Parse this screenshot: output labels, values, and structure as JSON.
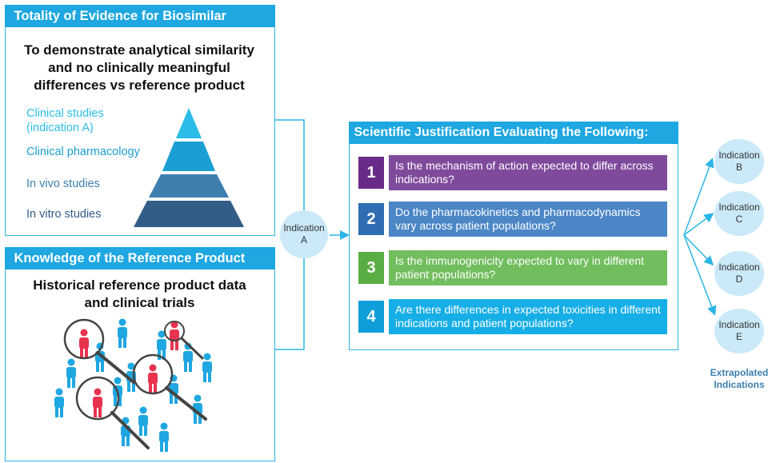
{
  "totality": {
    "title": "Totality of Evidence for Biosimilar",
    "subtitle": "To demonstrate analytical similarity and no clinically meaningful differences vs reference product",
    "pyramid": [
      {
        "label": "Clinical studies (indication A)",
        "color": "#2bbde8"
      },
      {
        "label": "Clinical pharmacology",
        "color": "#1b9fd2"
      },
      {
        "label": "In vivo studies",
        "color": "#3e7fb0"
      },
      {
        "label": "In vitro studies",
        "color": "#325d86"
      }
    ]
  },
  "knowledge": {
    "title": "Knowledge of the Reference Product",
    "subtitle": "Historical reference product data and clinical trials"
  },
  "indication_a": {
    "line1": "Indication",
    "line2": "A"
  },
  "justification": {
    "title": "Scientific Justification Evaluating the Following:",
    "questions": [
      {
        "num": "1",
        "text": "Is the mechanism of action expected to differ across indications?",
        "color": "#7f4a9c",
        "num_color": "#6a2a8a"
      },
      {
        "num": "2",
        "text": "Do the pharmacokinetics and pharmacodynamics vary across patient populations?",
        "color": "#4c86c6",
        "num_color": "#2f6db3"
      },
      {
        "num": "3",
        "text": "Is the immunogenicity expected to vary in different patient populations?",
        "color": "#72bd5e",
        "num_color": "#5aad42"
      },
      {
        "num": "4",
        "text": "Are there differences in expected toxicities in different indications and patient populations?",
        "color": "#16aee6",
        "num_color": "#0f9fd8"
      }
    ]
  },
  "extrapolated": {
    "indications": [
      {
        "line1": "Indication",
        "line2": "B"
      },
      {
        "line1": "Indication",
        "line2": "C"
      },
      {
        "line1": "Indication",
        "line2": "D"
      },
      {
        "line1": "Indication",
        "line2": "E"
      }
    ],
    "caption_line1": "Extrapolated",
    "caption_line2": "Indications"
  },
  "colors": {
    "accent": "#1ea7e1",
    "person": "#1ea7e1",
    "person_highlight": "#e8334f"
  }
}
